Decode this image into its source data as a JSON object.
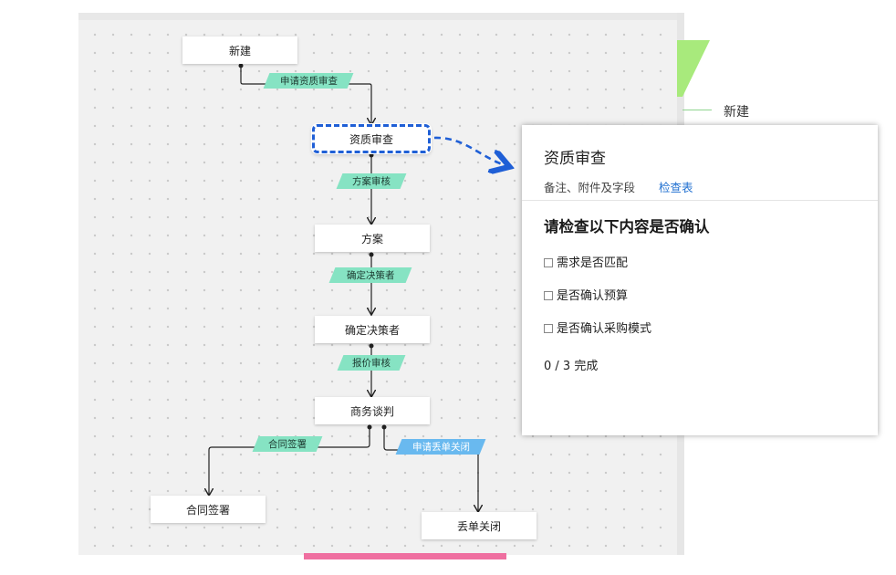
{
  "flow": {
    "nodes": {
      "new": "新建",
      "qualification": "资质审查",
      "proposal": "方案",
      "decision_maker": "确定决策者",
      "negotiation": "商务谈判",
      "contract": "合同签署",
      "lost": "丢单关闭"
    },
    "transitions": {
      "apply_qualification": "申请资质审查",
      "proposal_review": "方案审核",
      "confirm_decision_maker": "确定决策者",
      "quote_review": "报价审核",
      "sign_contract": "合同签署",
      "apply_lost": "申请丢单关闭"
    },
    "selected_node": "资质审查"
  },
  "panel": {
    "title": "资质审查",
    "tabs": [
      {
        "label": "备注、附件及字段",
        "active": false
      },
      {
        "label": "检查表",
        "active": true
      }
    ],
    "heading": "请检查以下内容是否确认",
    "checklist": [
      {
        "label": "需求是否匹配",
        "checked": false
      },
      {
        "label": "是否确认预算",
        "checked": false
      },
      {
        "label": "是否确认采购模式",
        "checked": false
      }
    ],
    "progress": "0 / 3 完成"
  },
  "legend": {
    "label": "新建",
    "color": "#a8ea7c"
  },
  "colors": {
    "transition_tag": "#86e3c3",
    "lost_tag": "#69b9ef",
    "selection": "#1f5fd6",
    "active_tab": "#1f6fd0",
    "accent_bar": "#ef6fa0"
  }
}
